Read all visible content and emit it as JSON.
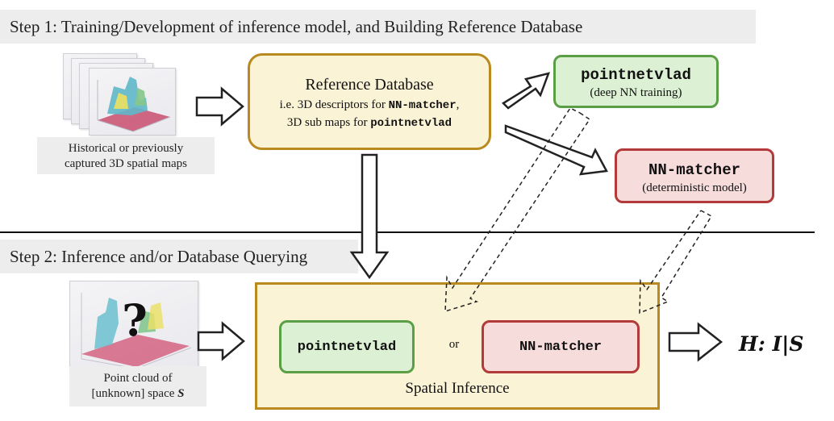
{
  "step1": {
    "title": "Step 1: Training/Development of inference model, and Building Reference Database"
  },
  "step2": {
    "title": "Step 2: Inference and/or Database Querying"
  },
  "historical_caption": {
    "line1": "Historical or previously",
    "line2": "captured 3D spatial maps"
  },
  "reference_db": {
    "title": "Reference Database",
    "line2_prefix": "i.e. 3D descriptors for ",
    "line2_code": "NN-matcher",
    "line2_suffix": ",",
    "line3_prefix": "3D sub maps for ",
    "line3_code": "pointnetvlad"
  },
  "pointnetvlad_train": {
    "name": "pointnetvlad",
    "subtitle": "(deep NN training)"
  },
  "nnmatcher_model": {
    "name": "NN-matcher",
    "subtitle": "(deterministic model)"
  },
  "query": {
    "mark": "?",
    "caption_line1": "Point cloud of",
    "caption_line2_prefix": "[unknown] space ",
    "caption_var": "S"
  },
  "inference": {
    "pointnetvlad": "pointnetvlad",
    "or_label": "or",
    "nnmatcher": "NN-matcher",
    "label": "Spatial Inference"
  },
  "output": {
    "label": "H: I|S"
  },
  "colors": {
    "band_bg": "#ededed",
    "ref_fill": "#fbf3d6",
    "ref_border": "#b88a1f",
    "green_fill": "#dcf0d4",
    "green_border": "#5a9e45",
    "red_fill": "#f7dcdc",
    "red_border": "#b33a3a"
  }
}
